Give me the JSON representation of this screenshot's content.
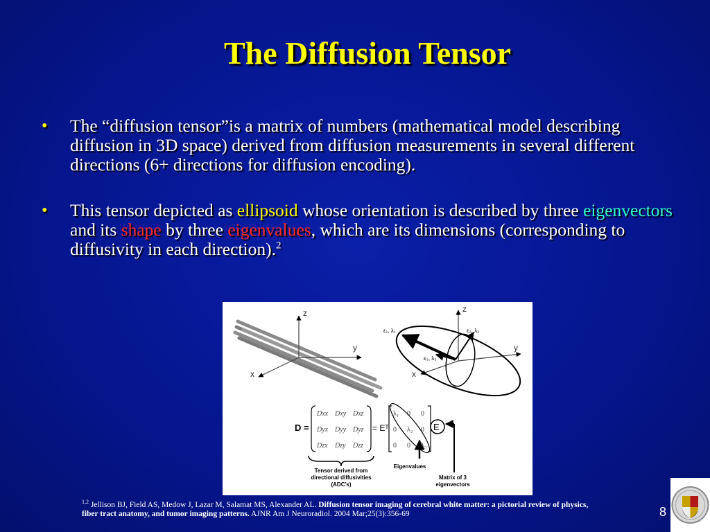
{
  "title": "The Diffusion Tensor",
  "bullets": [
    {
      "text": "The “diffusion tensor”is a matrix of numbers (mathematical model describing diffusion in 3D space) derived from diffusion  measurements in several different directions (6+ directions for diffusion encoding)."
    },
    {
      "t1": "This tensor  depicted as ",
      "ellipsoid": "ellipsoid",
      "t2": " whose orientation is described by three ",
      "eigenvectors": "eigenvectors",
      "t3": " and its ",
      "shape": "shape",
      "t4": " by three ",
      "eigenvalues": "eigenvalues",
      "t5": ", which are its dimensions (corresponding to diffusivity in each direction).",
      "sup": "2"
    }
  ],
  "figure": {
    "axes_left": {
      "z": "z",
      "y": "y",
      "x": "x"
    },
    "axes_right": {
      "z": "z",
      "y": "y",
      "x": "x"
    },
    "eig1": "ε₁, λ₁",
    "eig2": "ε₂, λ₂",
    "eig3": "ε₃, λ₃",
    "matrix_lhs": "D =",
    "matrix": [
      [
        "Dxx",
        "Dxy",
        "Dxz"
      ],
      [
        "Dyx",
        "Dyy",
        "Dyz"
      ],
      [
        "Dzx",
        "Dzy",
        "Dzz"
      ]
    ],
    "eq_rhs": "= Eᵀ",
    "diag": [
      [
        "λ₁",
        "0",
        "0"
      ],
      [
        "0",
        "λ₂",
        "0"
      ],
      [
        "0",
        "0",
        "λ₃"
      ]
    ],
    "E": "E",
    "label_tensor": [
      "Tensor derived from",
      "directional diffusivities",
      "(ADC’s)"
    ],
    "label_eigenvalues": "Eigenvalues",
    "label_matrix": [
      "Matrix of 3",
      "eigenvectors"
    ]
  },
  "reference": {
    "sup": "1,2",
    "authors": " Jellison BJ, Field AS, Medow J, Lazar M, Salamat MS, Alexander AL. ",
    "article": "Diffusion tensor imaging of cerebral white matter: a pictorial review of physics, fiber tract anatomy, and tumor imaging patterns.",
    "journal": " AJNR Am J Neuroradiol. 2004 Mar;25(3):356-69"
  },
  "page_number": "8",
  "colors": {
    "background": "#061690",
    "title": "#ffff00",
    "bullet": "#ffff00",
    "ellipsoid": "#ffff00",
    "eigenvectors": "#33ffcc",
    "shape": "#ff2a2a",
    "eigenvalues": "#ff2a2a"
  }
}
